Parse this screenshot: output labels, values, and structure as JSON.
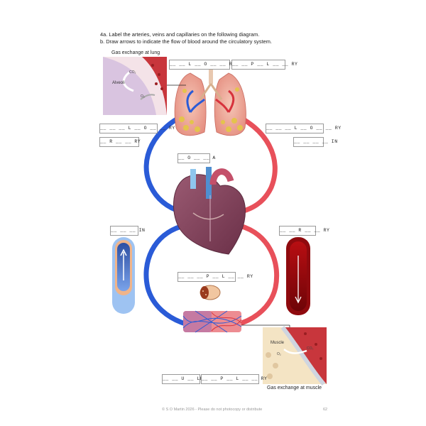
{
  "instructions": {
    "line1": "4a. Label the arteries, veins and capillaries on the following diagram.",
    "line2": "b. Draw arrows to indicate the flow of blood around the circulatory system."
  },
  "captions": {
    "lung": "Gas exchange at lung",
    "muscle": "Gas exchange at muscle"
  },
  "inset_labels": {
    "alveoli": "Alveoli",
    "co2": "CO₂",
    "o2": "O₂",
    "muscle": "Muscle"
  },
  "label_boxes": {
    "top_left": "__ __ L __ O __ __ RY",
    "top_right": "__ __ P __ L __ __ RY",
    "left_upper_1": "__ __ __ L __ O __ __ RY",
    "left_upper_2": "__ R __ __ RY",
    "right_upper_1": "__ __ __ L __ O __ __ RY",
    "right_upper_2": "__ __ __ __ IN",
    "center_top": "__ O __ __ A",
    "left_mid": "__ __ __ IN",
    "right_mid": "__ __ R __ __ RY",
    "center_mid": "__ __ __ P __ L __ __ RY",
    "bottom_1": "__ __ U __ LE",
    "bottom_2": "__ __ P __ L __ __ RY"
  },
  "footer": {
    "copyright": "© S O Martin 2026 - Please do not photocopy or distribute",
    "page_number": "62"
  }
}
